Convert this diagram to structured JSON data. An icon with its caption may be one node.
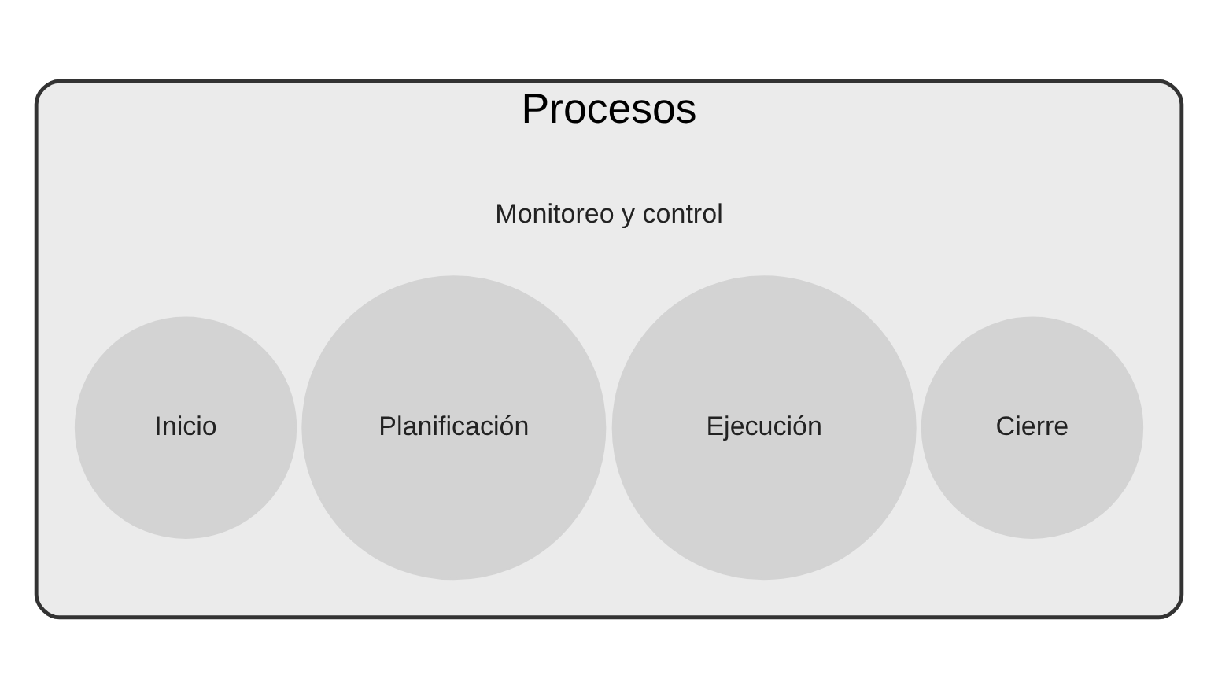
{
  "diagram": {
    "nodes": [
      {
        "text": [
          "Procesos"
        ]
      },
      {
        "text": [
          "Inicio"
        ],
        "in": 0
      },
      {
        "text": [
          "Planificación"
        ],
        "in": 0
      },
      {
        "text": [
          "Ejecución"
        ],
        "in": 0
      },
      {
        "text": [
          "Cierre"
        ],
        "in": 0
      }
    ],
    "labels": [
      "Monitoreo y control"
    ]
  }
}
